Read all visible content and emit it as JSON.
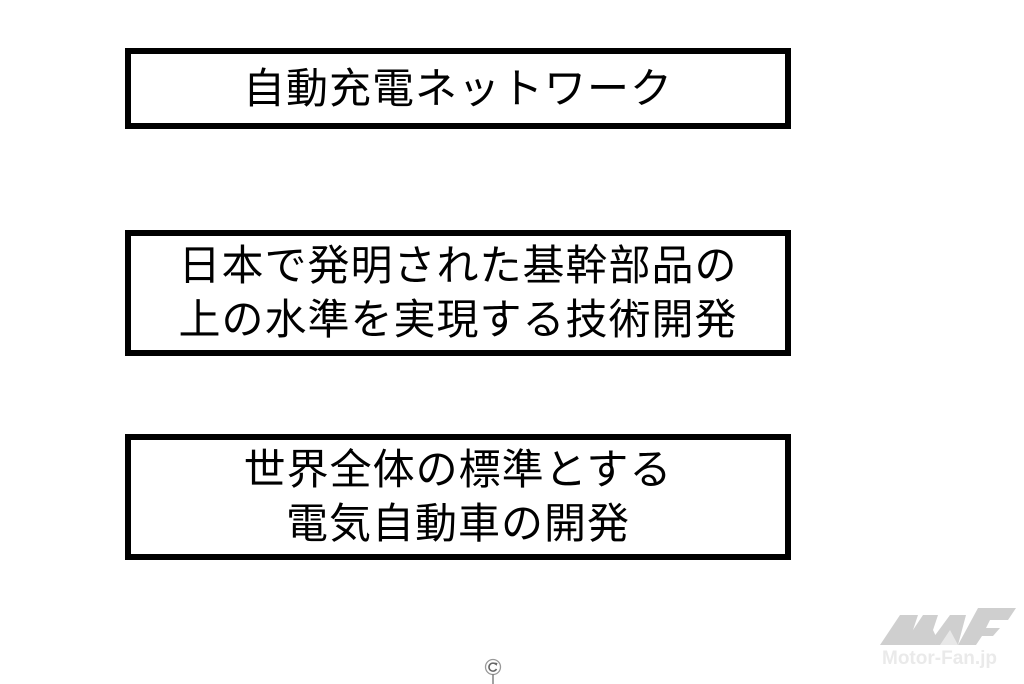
{
  "boxes": [
    {
      "lines": [
        "自動充電ネットワーク"
      ]
    },
    {
      "lines": [
        "日本で発明された基幹部品の",
        "上の水準を実現する技術開発"
      ]
    },
    {
      "lines": [
        "世界全体の標準とする",
        "電気自動車の開発"
      ]
    }
  ],
  "watermark": {
    "text": "Motor-Fan.jp",
    "icon": "motor-fan-logo"
  },
  "controls": {
    "icon": "reload-icon"
  }
}
